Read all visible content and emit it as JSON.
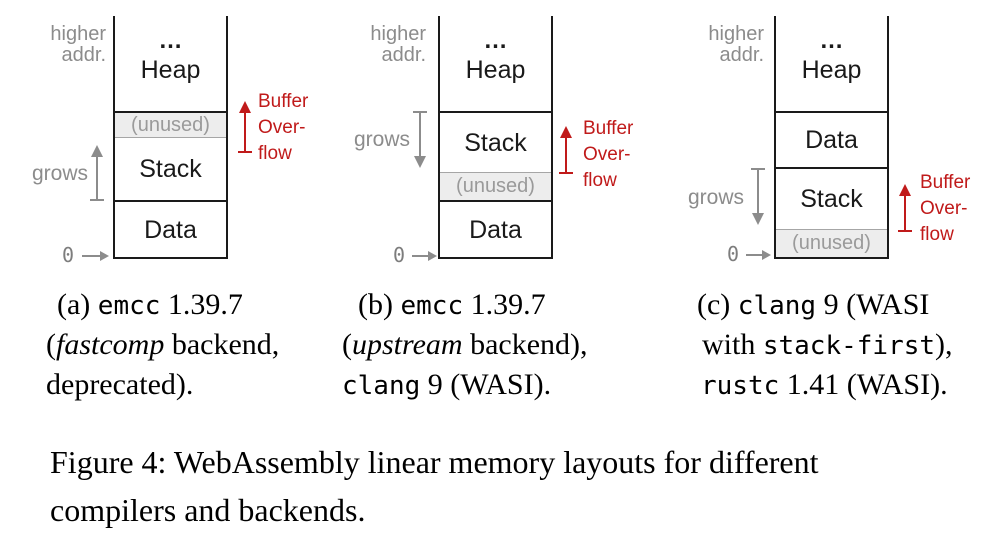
{
  "figure_caption": {
    "line1": "Figure 4: WebAssembly linear memory layouts for different",
    "line2": "compilers and backends."
  },
  "diagrams": {
    "a": {
      "higher_addr": "higher\naddr.",
      "ellipsis": "…",
      "heap": "Heap",
      "unused": "(unused)",
      "stack": "Stack",
      "data": "Data",
      "grows": "grows",
      "grows_direction": "up",
      "zero": "0",
      "overflow": "Buffer\nOver-\nflow"
    },
    "b": {
      "higher_addr": "higher\naddr.",
      "ellipsis": "…",
      "heap": "Heap",
      "stack": "Stack",
      "unused": "(unused)",
      "data": "Data",
      "grows": "grows",
      "grows_direction": "down",
      "zero": "0",
      "overflow": "Buffer\nOver-\nflow"
    },
    "c": {
      "higher_addr": "higher\naddr.",
      "ellipsis": "…",
      "heap": "Heap",
      "data": "Data",
      "stack": "Stack",
      "unused": "(unused)",
      "grows": "grows",
      "grows_direction": "down",
      "zero": "0",
      "overflow": "Buffer\nOver-\nflow"
    }
  },
  "subcaptions": {
    "a": [
      [
        {
          "t": "(a) ",
          "s": "serif"
        },
        {
          "t": "emcc",
          "s": "mono"
        },
        {
          "t": " 1.39.7",
          "s": "serif"
        }
      ],
      [
        {
          "t": "(",
          "s": "serif"
        },
        {
          "t": "fastcomp",
          "s": "italic"
        },
        {
          "t": " backend,",
          "s": "serif"
        }
      ],
      [
        {
          "t": "deprecated).",
          "s": "serif"
        }
      ]
    ],
    "b": [
      [
        {
          "t": "(b) ",
          "s": "serif"
        },
        {
          "t": "emcc",
          "s": "mono"
        },
        {
          "t": " 1.39.7",
          "s": "serif"
        }
      ],
      [
        {
          "t": "(",
          "s": "serif"
        },
        {
          "t": "upstream",
          "s": "italic"
        },
        {
          "t": " backend),",
          "s": "serif"
        }
      ],
      [
        {
          "t": "clang",
          "s": "mono"
        },
        {
          "t": " 9 (WASI).",
          "s": "serif"
        }
      ]
    ],
    "c": [
      [
        {
          "t": "(c) ",
          "s": "serif"
        },
        {
          "t": "clang",
          "s": "mono"
        },
        {
          "t": " 9 (WASI",
          "s": "serif"
        }
      ],
      [
        {
          "t": "with ",
          "s": "serif"
        },
        {
          "t": "stack-first",
          "s": "mono"
        },
        {
          "t": "),",
          "s": "serif"
        }
      ],
      [
        {
          "t": "rustc",
          "s": "mono"
        },
        {
          "t": " 1.41 (WASI).",
          "s": "serif"
        }
      ]
    ]
  },
  "colors": {
    "overflow_red": "#c01a1a",
    "annotation_gray": "#8c8c8c",
    "unused_fill": "#ededed",
    "line_black": "#1a1a1a"
  }
}
